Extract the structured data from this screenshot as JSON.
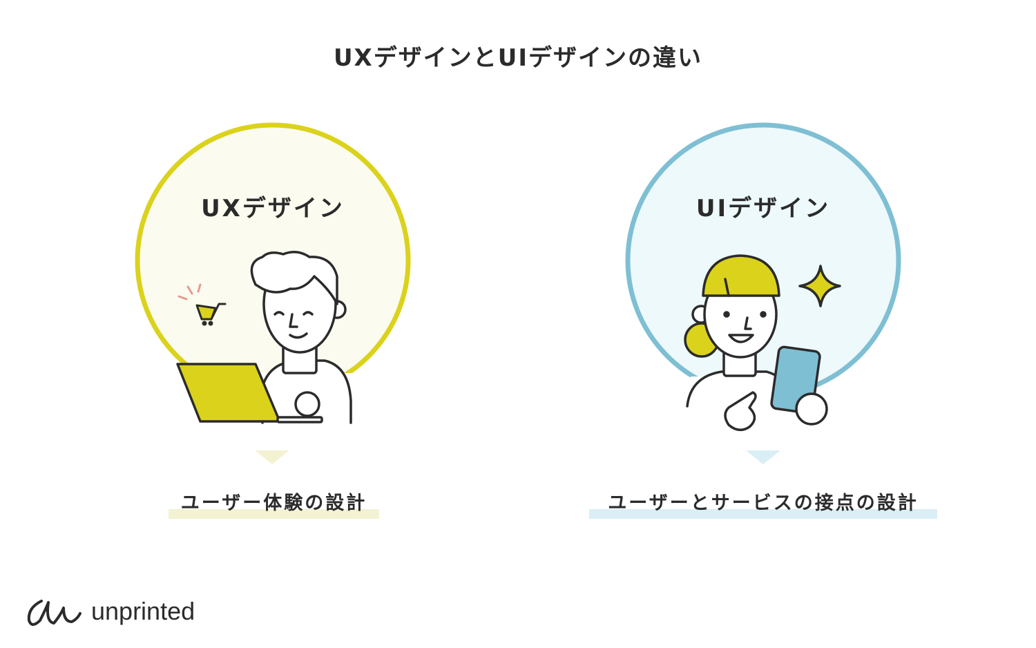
{
  "title": "UXデザインとUIデザインの違い",
  "left": {
    "heading": "UXデザイン",
    "caption": "ユーザー体験の設計"
  },
  "right": {
    "heading": "UIデザイン",
    "caption": "ユーザーとサービスの接点の設計"
  },
  "logo": {
    "text": "unprinted"
  },
  "colors": {
    "yellow": "#dbd21c",
    "yellow_bg": "#fbfbf0",
    "blue": "#7fbfd3",
    "blue_bg": "#eef9fc",
    "ink": "#2b2b2b"
  }
}
